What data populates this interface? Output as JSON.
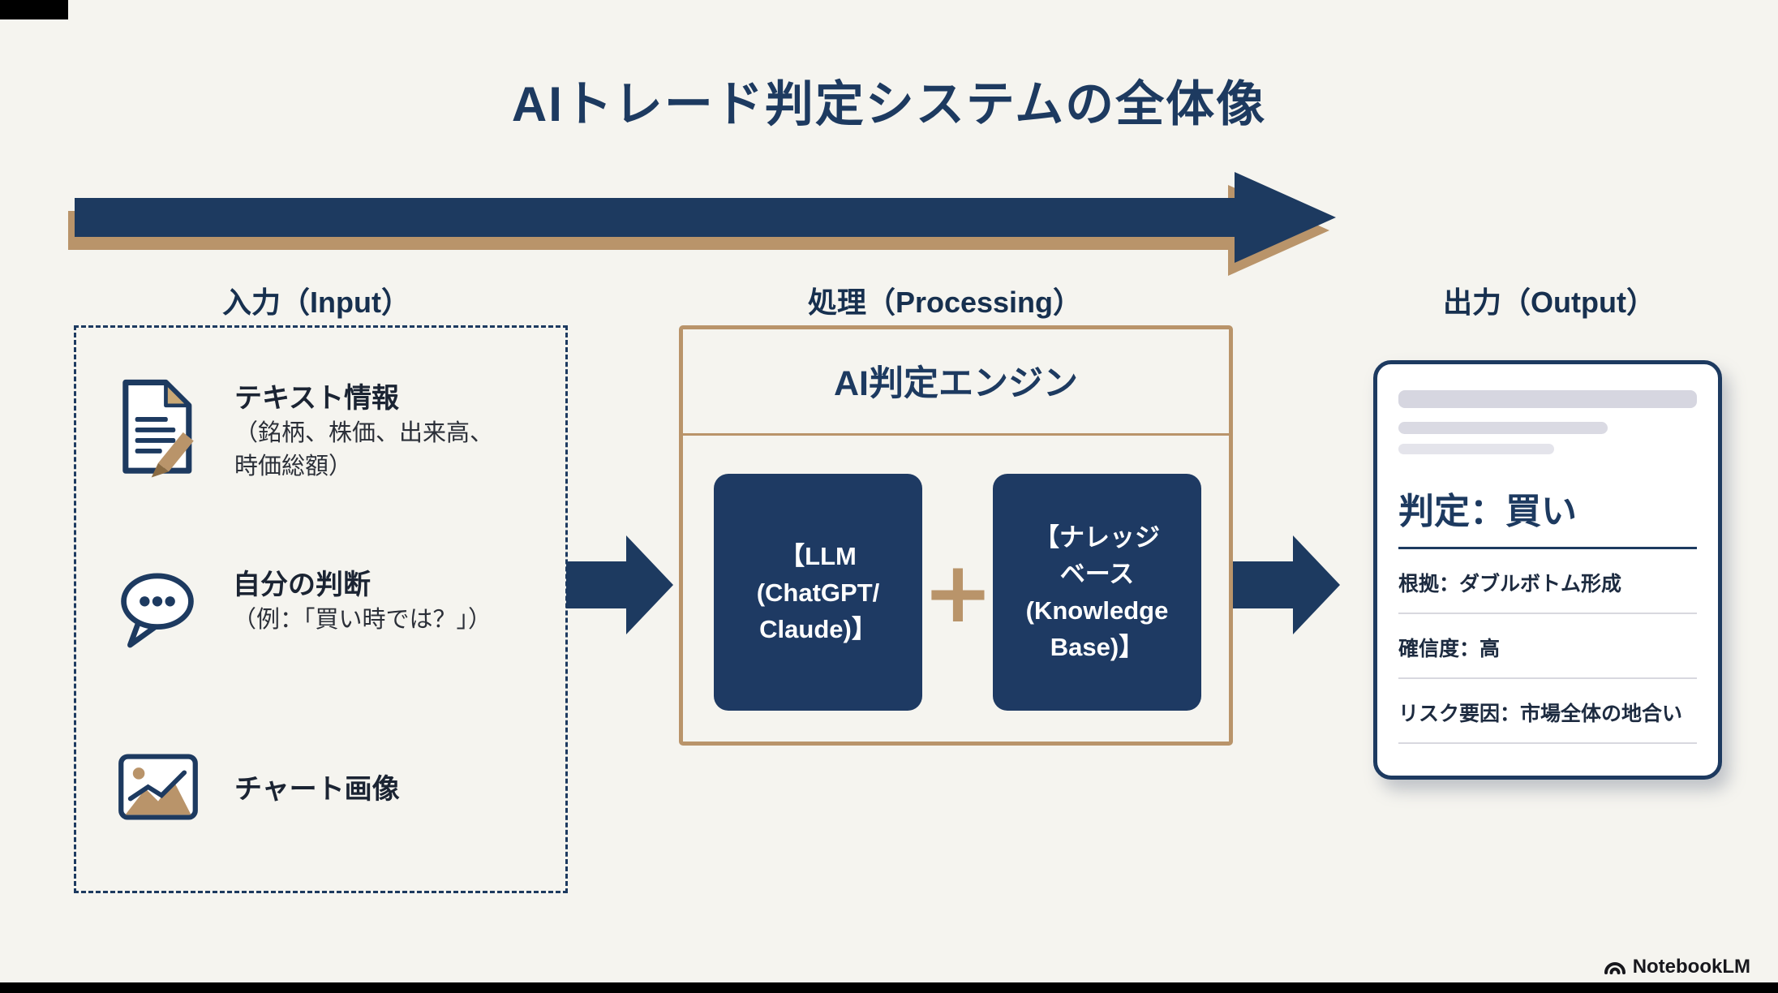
{
  "title": "AIトレード判定システムの全体像",
  "flow": {
    "input": {
      "label": "入力（Input）",
      "items": [
        {
          "icon": "document-pencil-icon",
          "title": "テキスト情報",
          "subtitle_lines": [
            "（銘柄、株価、出来高、",
            "時価総額）"
          ]
        },
        {
          "icon": "speech-bubble-icon",
          "title": "自分の判断",
          "subtitle_lines": [
            "（例：「買い時では？」）"
          ]
        },
        {
          "icon": "chart-image-icon",
          "title": "チャート画像",
          "subtitle_lines": []
        }
      ]
    },
    "processing": {
      "label": "処理（Processing）",
      "engine_title": "AI判定エンジン",
      "plus": "+",
      "boxes": [
        {
          "lines": [
            "【LLM",
            "(ChatGPT/",
            "Claude)】"
          ]
        },
        {
          "lines": [
            "【ナレッジ",
            "ベース",
            "(Knowledge",
            "Base)】"
          ]
        }
      ]
    },
    "output": {
      "label": "出力（Output）",
      "judgment": "判定：買い",
      "details": [
        "根拠：ダブルボトム形成",
        "確信度：高",
        "リスク要因：市場全体の地合い"
      ]
    }
  },
  "watermark": "NotebookLM",
  "colors": {
    "navy": "#1d3a60",
    "navy_box": "#1e3a63",
    "gold": "#b9946a",
    "background": "#f5f4ef",
    "card_bg": "#ffffff"
  }
}
